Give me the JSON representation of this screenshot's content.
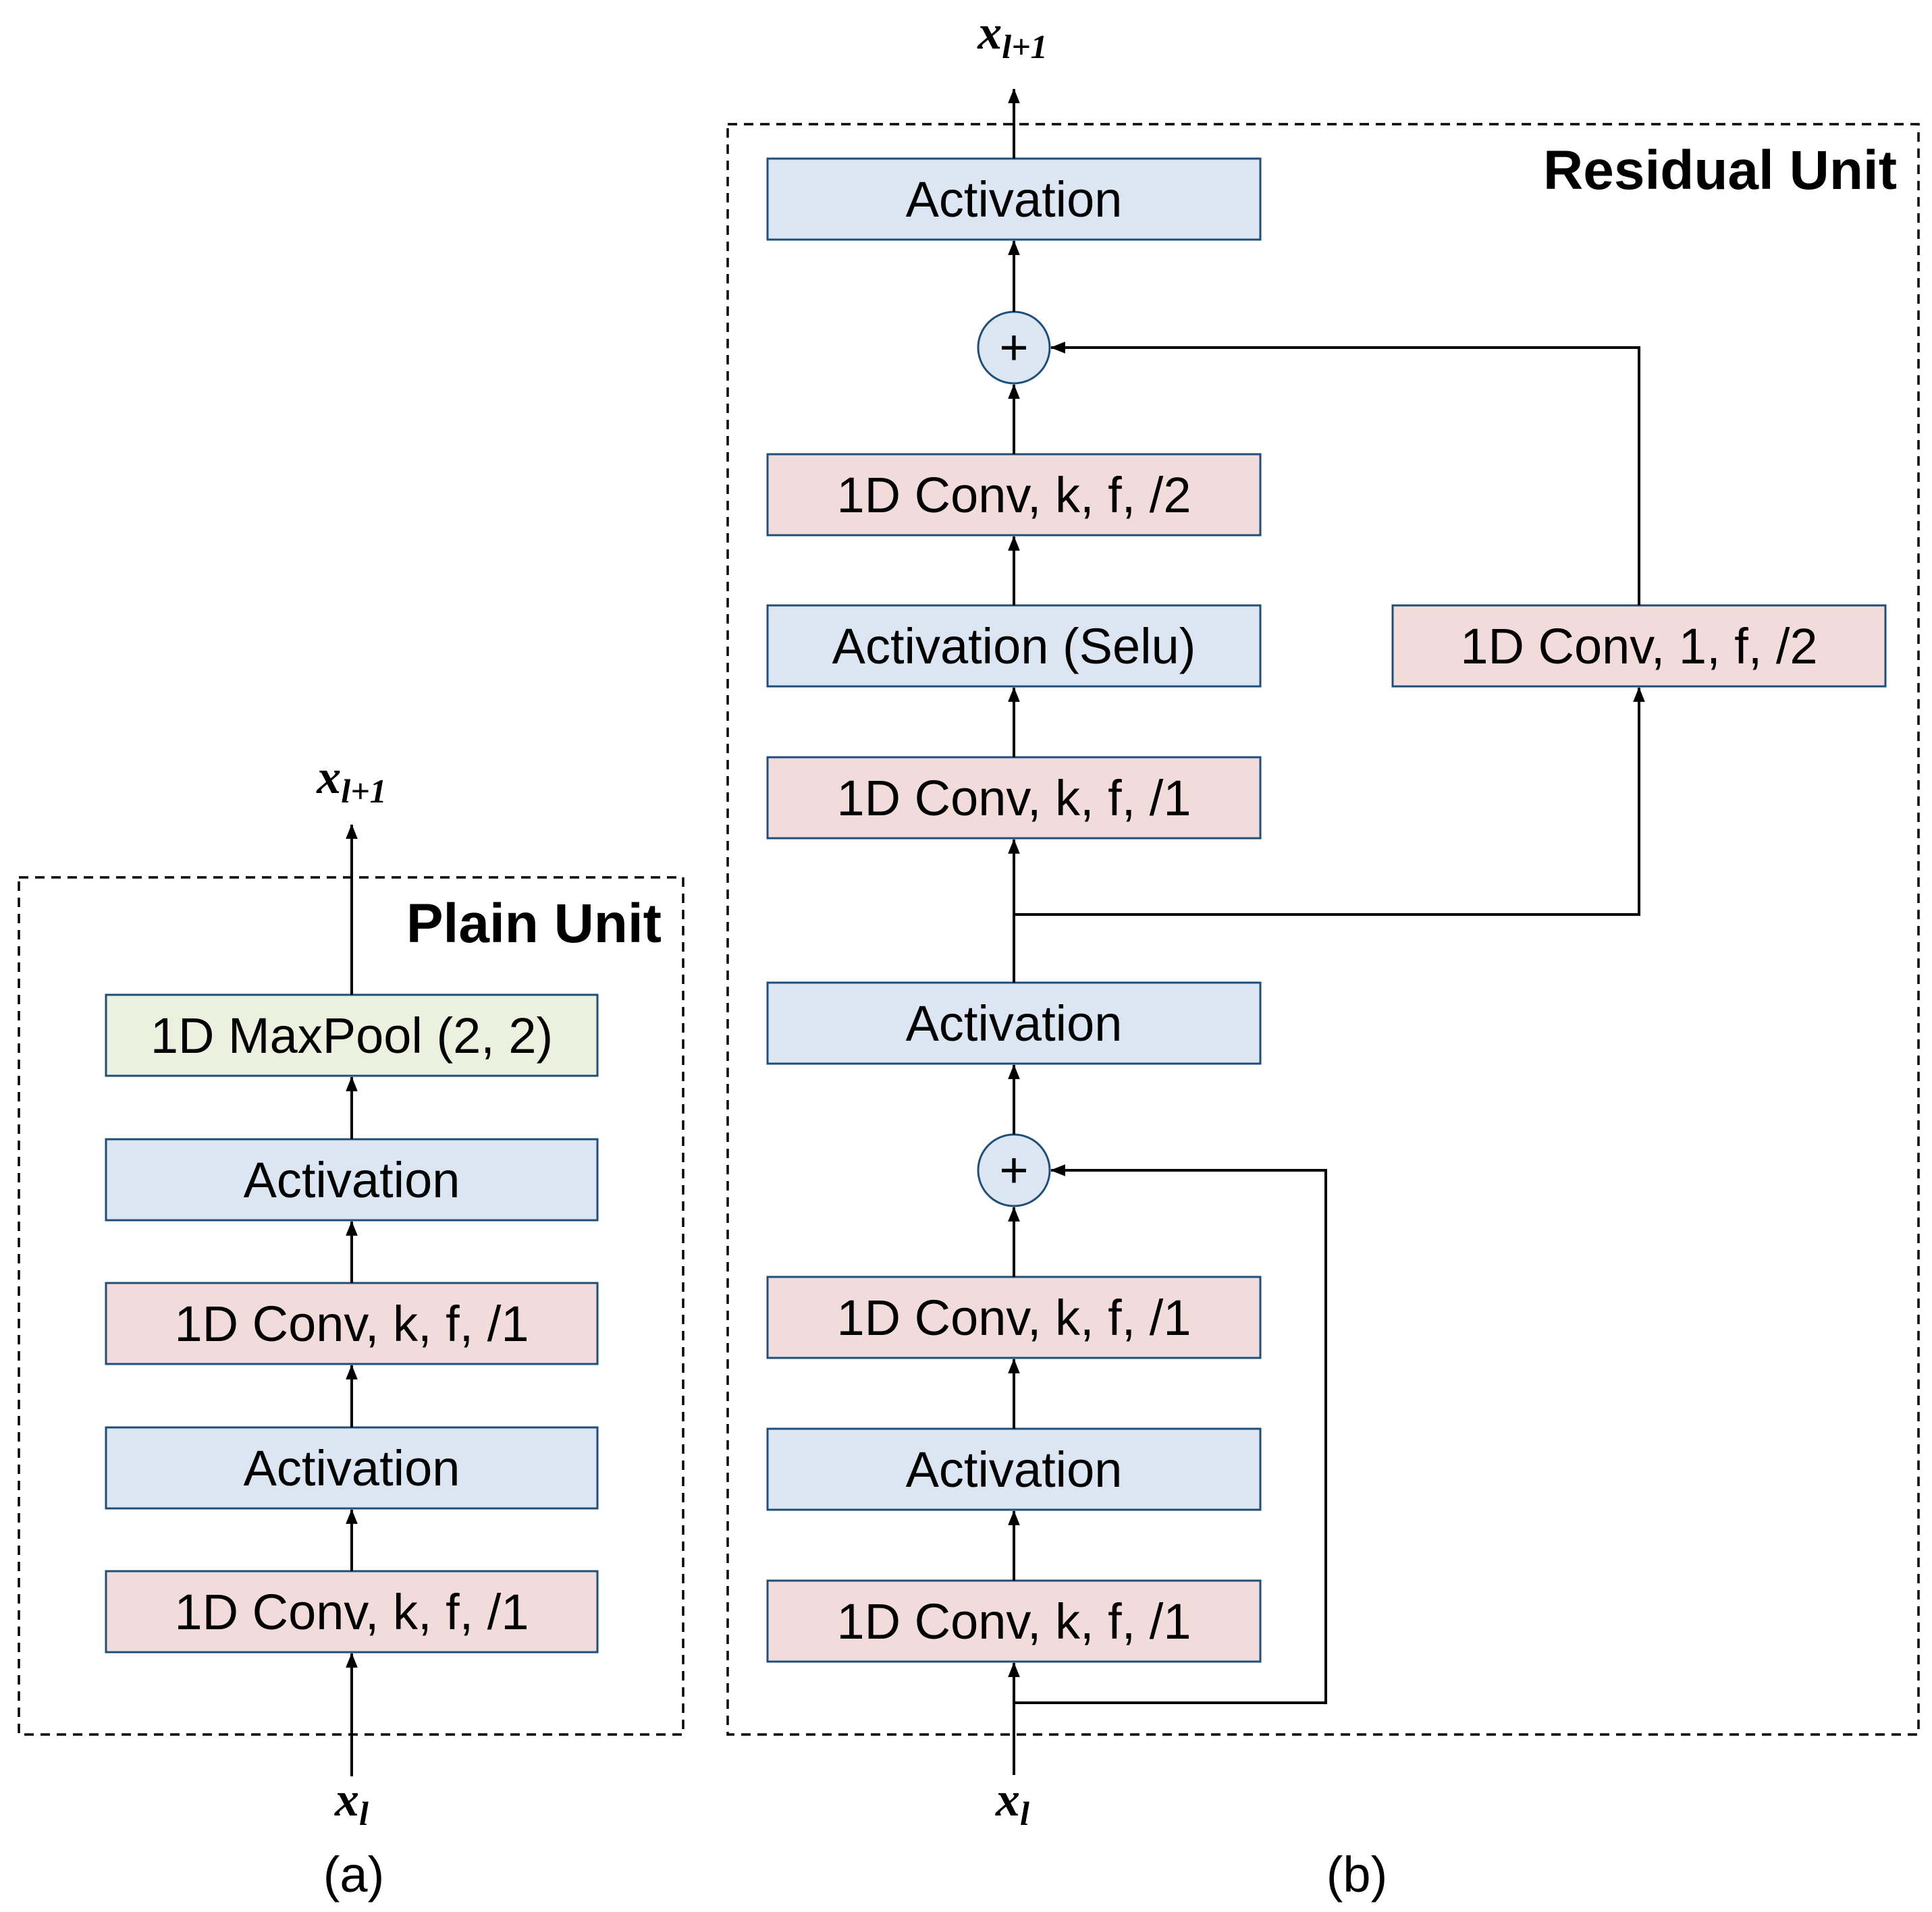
{
  "colors": {
    "activation_fill": "#dce6f2",
    "conv_fill": "#f2dcdb",
    "pool_fill": "#ebf1de",
    "box_stroke": "#1f4e79",
    "line": "#000000"
  },
  "plain_unit": {
    "title": "Plain Unit",
    "caption": "(a)",
    "input_var": "x",
    "input_sub": "l",
    "output_var": "x",
    "output_sub": "l+1",
    "boxes": [
      "1D MaxPool (2, 2)",
      "Activation",
      "1D Conv, k, f, /1",
      "Activation",
      "1D Conv, k, f, /1"
    ]
  },
  "residual_unit": {
    "title": "Residual Unit",
    "caption": "(b)",
    "input_var": "x",
    "input_sub": "l",
    "output_var": "x",
    "output_sub": "l+1",
    "boxes": [
      "Activation",
      "1D Conv, k, f, /2",
      "Activation (Selu)",
      "1D Conv, k, f, /1",
      "Activation",
      "1D Conv, k, f, /1",
      "Activation",
      "1D Conv, k, f, /1"
    ],
    "shortcut_box": "1D Conv, 1, f, /2",
    "add_symbol": "+"
  }
}
